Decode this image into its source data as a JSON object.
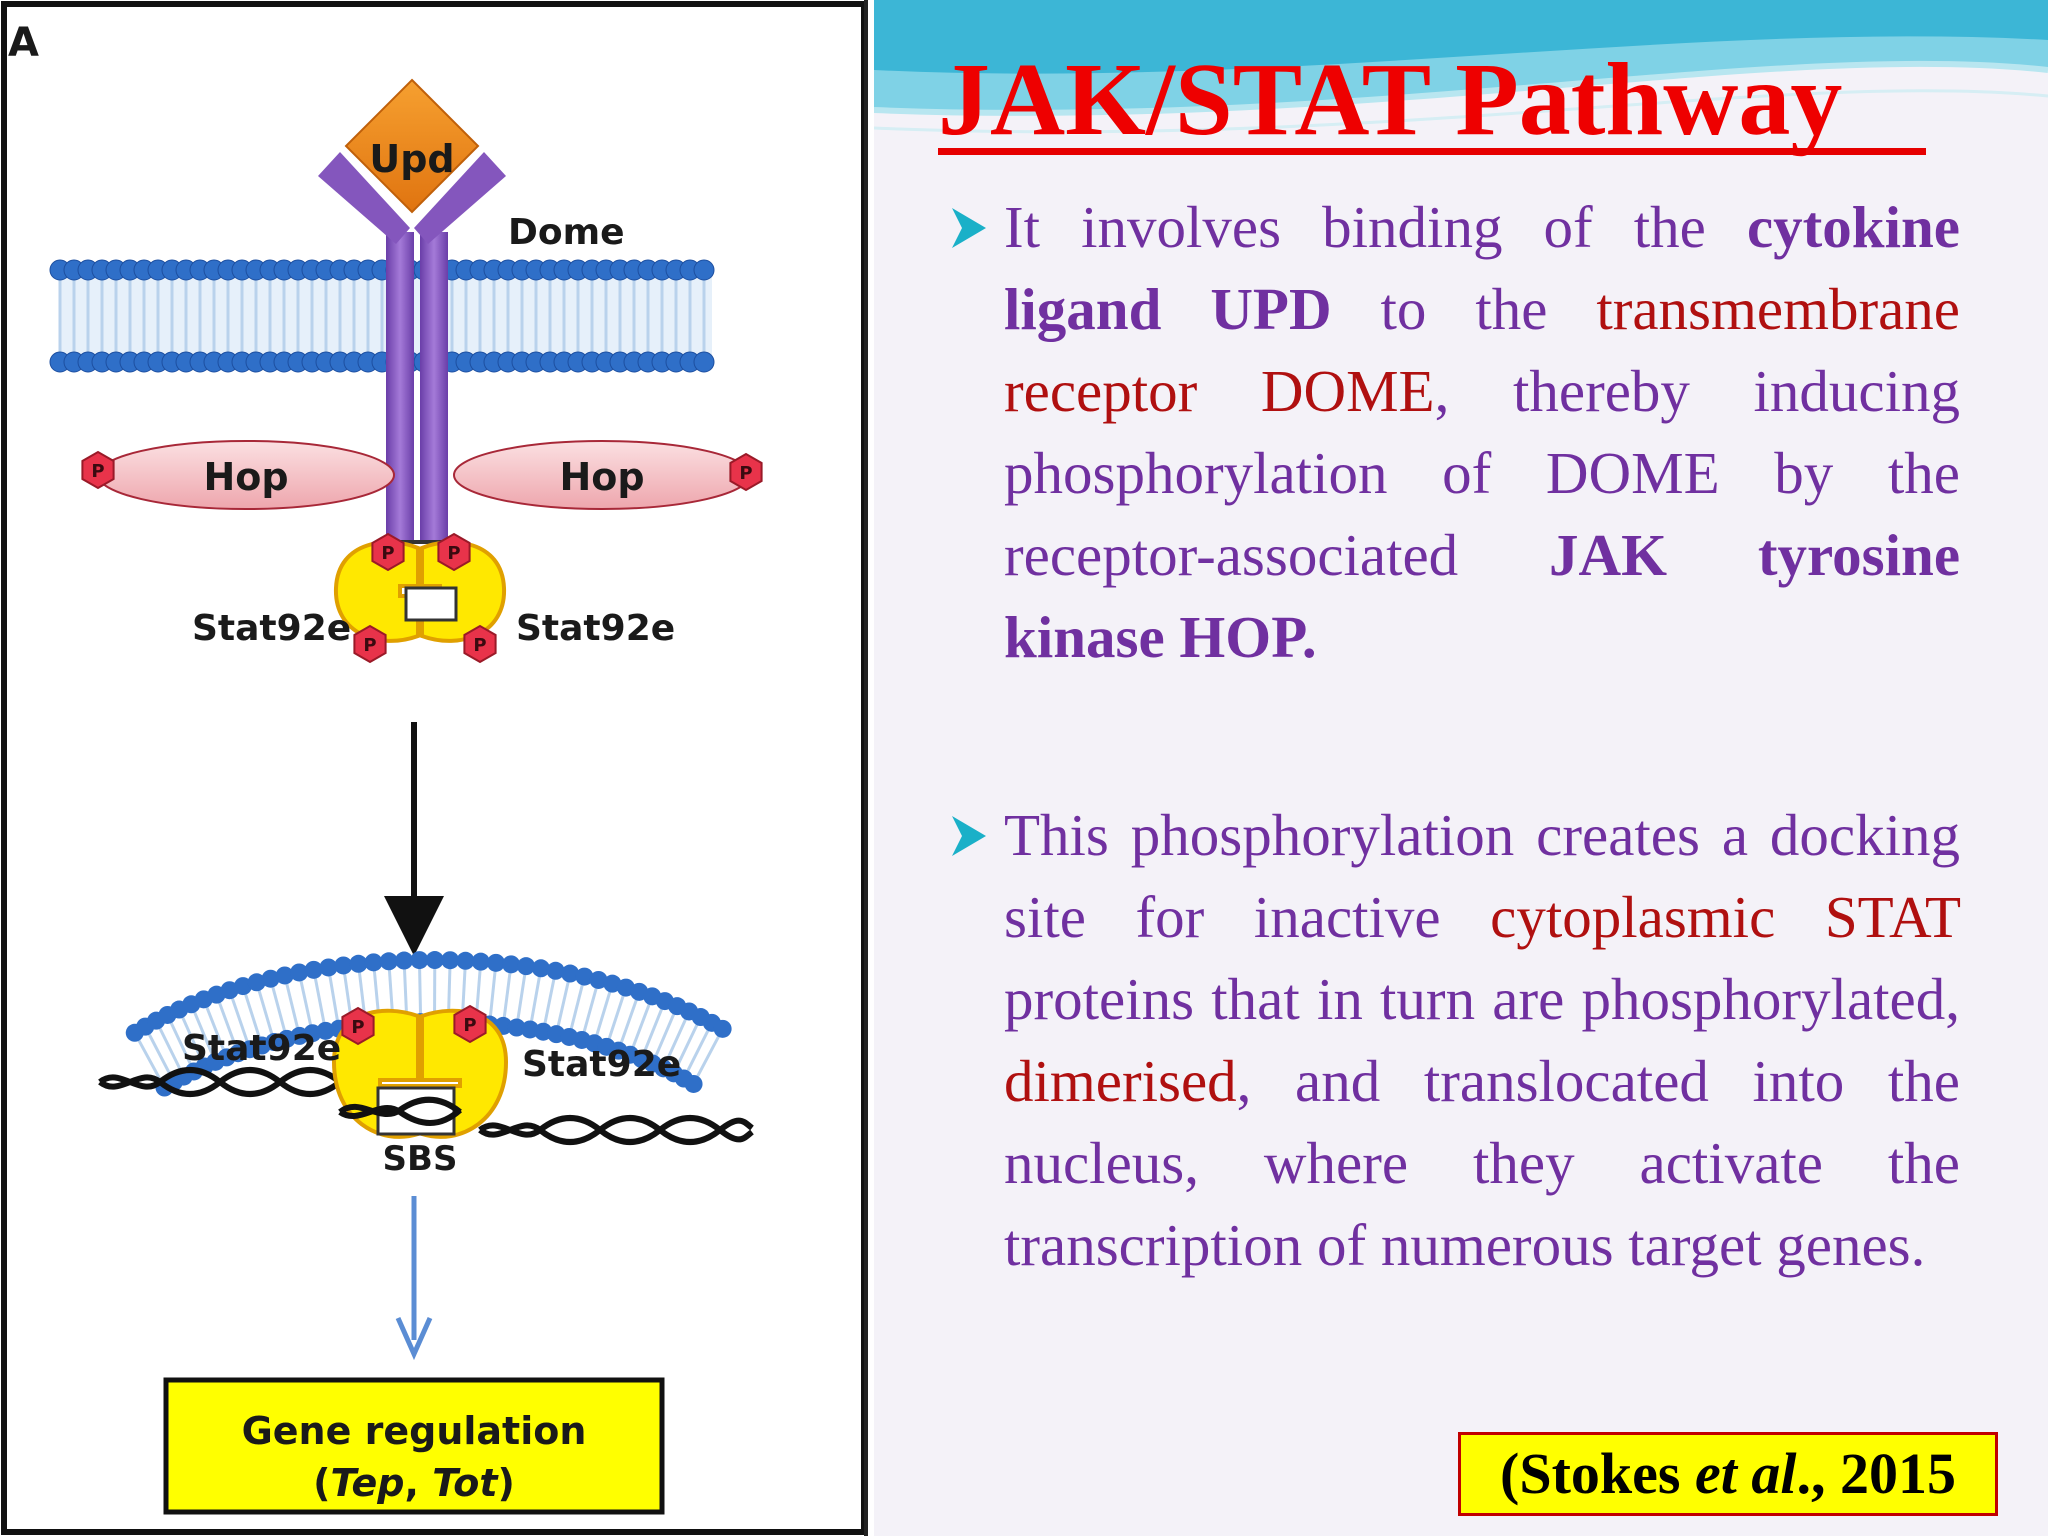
{
  "figure": {
    "panel_label": "A",
    "ligand_label": "Upd",
    "receptor_label": "Dome",
    "jak_left_label": "Hop",
    "jak_right_label": "Hop",
    "phospho_label": "P",
    "stat_upper_left": "Stat92e",
    "stat_upper_right": "Stat92e",
    "stat_lower_left": "Stat92e",
    "stat_lower_right": "Stat92e",
    "binding_site_label": "SBS",
    "output_box": {
      "line1": "Gene regulation",
      "line2_open": "(",
      "tep": "Tep",
      "comma": ", ",
      "tot": "Tot",
      "line2_close": ")"
    }
  },
  "slide": {
    "title": "JAK/STAT Pathway",
    "bullets": [
      [
        {
          "t": "It involves binding of the ",
          "s": "plain"
        },
        {
          "t": "cytokine ligand UPD",
          "s": "em-purple"
        },
        {
          "t": " to the ",
          "s": "plain"
        },
        {
          "t": "transmembrane receptor DOME",
          "s": "red"
        },
        {
          "t": ", thereby inducing phosphorylation of DOME by the receptor-associated ",
          "s": "plain"
        },
        {
          "t": "JAK tyrosine kinase HOP.",
          "s": "em-purple"
        }
      ],
      [
        {
          "t": "This phosphorylation creates a docking site for inactive ",
          "s": "plain"
        },
        {
          "t": "cytoplasmic STAT",
          "s": "red"
        },
        {
          "t": " proteins that in turn are phosphorylated, ",
          "s": "plain"
        },
        {
          "t": "dimerised",
          "s": "red"
        },
        {
          "t": ", and translocated into the nucleus, where they activate the transcription of numerous target genes.",
          "s": "plain"
        }
      ]
    ],
    "citation": {
      "pre": "(Stokes ",
      "italic": "et al",
      "post": "., 2015"
    }
  },
  "colors": {
    "title": "#ee0000",
    "body_text": "#7030a0",
    "highlight_red": "#b01010",
    "membrane_head": "#2f6fc8",
    "receptor": "#8a58c0",
    "ligand": "#f08a18",
    "jak": "#f6c8cc",
    "stat": "#ffe800",
    "phospho": "#e8334a",
    "output_box": "#ffff00"
  }
}
